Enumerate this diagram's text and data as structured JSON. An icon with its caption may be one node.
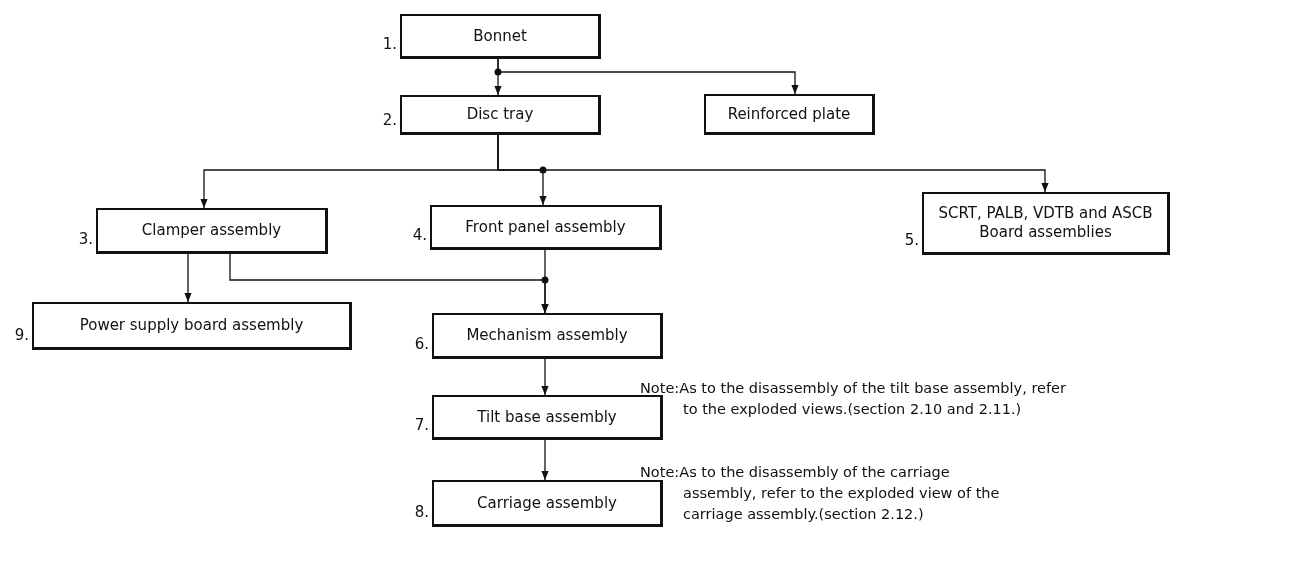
{
  "diagram": {
    "nodes": [
      {
        "text": [
          "Bonnet"
        ],
        "beside": [
          "1."
        ]
      },
      {
        "text": [
          "Disc tray"
        ],
        "beside": [
          "2."
        ]
      },
      {
        "text": [
          "Reinforced plate"
        ]
      },
      {
        "text": [
          "Clamper assembly"
        ],
        "beside": [
          "3."
        ]
      },
      {
        "text": [
          "Front panel assembly"
        ],
        "beside": [
          "4."
        ]
      },
      {
        "text": [
          "SCRT, PALB, VDTB and ASCB Board assemblies"
        ],
        "beside": [
          "5."
        ]
      },
      {
        "text": [
          "Power supply board assembly"
        ],
        "beside": [
          "9."
        ]
      },
      {
        "text": [
          "Mechanism assembly"
        ],
        "beside": [
          "6."
        ]
      },
      {
        "text": [
          "Tilt base assembly"
        ],
        "beside": [
          "7.",
          "Note:As to the disassembly of the tilt base assembly, refer to the exploded views.(section 2.10 and 2.11.)"
        ]
      },
      {
        "text": [
          "Carriage assembly"
        ],
        "beside": [
          "8.",
          "Note:As to the disassembly of the carriage assembly, refer to the exploded view of the carriage assembly.(section 2.12.)"
        ]
      }
    ],
    "edges": [
      {
        "from": 0,
        "to": 1,
        "arrow": "to"
      },
      {
        "from": 0,
        "to": 2,
        "arrow": "to"
      },
      {
        "from": 1,
        "to": 3,
        "arrow": "to"
      },
      {
        "from": 1,
        "to": 4,
        "arrow": "to"
      },
      {
        "from": 1,
        "to": 5,
        "arrow": "to"
      },
      {
        "from": 3,
        "to": 6,
        "arrow": "to"
      },
      {
        "from": 3,
        "to": 7,
        "arrow": "to"
      },
      {
        "from": 4,
        "to": 7,
        "arrow": "to"
      },
      {
        "from": 7,
        "to": 8,
        "arrow": "to"
      },
      {
        "from": 8,
        "to": 9,
        "arrow": "to"
      }
    ]
  }
}
